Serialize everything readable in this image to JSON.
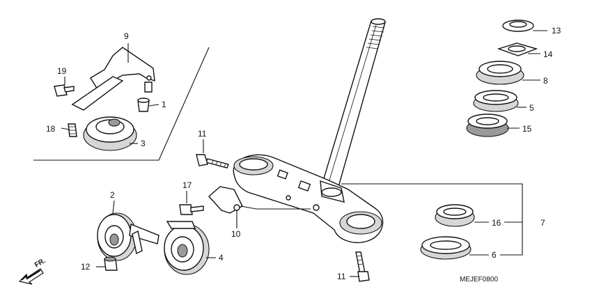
{
  "callouts": [
    {
      "id": "1",
      "label": "1"
    },
    {
      "id": "2",
      "label": "2"
    },
    {
      "id": "3",
      "label": "3"
    },
    {
      "id": "4",
      "label": "4"
    },
    {
      "id": "5",
      "label": "5"
    },
    {
      "id": "6",
      "label": "6"
    },
    {
      "id": "7",
      "label": "7"
    },
    {
      "id": "8",
      "label": "8"
    },
    {
      "id": "9",
      "label": "9"
    },
    {
      "id": "10",
      "label": "10"
    },
    {
      "id": "11a",
      "label": "11"
    },
    {
      "id": "11b",
      "label": "11"
    },
    {
      "id": "12",
      "label": "12"
    },
    {
      "id": "13",
      "label": "13"
    },
    {
      "id": "14",
      "label": "14"
    },
    {
      "id": "15",
      "label": "15"
    },
    {
      "id": "16",
      "label": "16"
    },
    {
      "id": "17",
      "label": "17"
    },
    {
      "id": "18",
      "label": "18"
    },
    {
      "id": "19",
      "label": "19"
    }
  ],
  "direction_marker": "FR.",
  "diagram_code": "MEJEF0800"
}
